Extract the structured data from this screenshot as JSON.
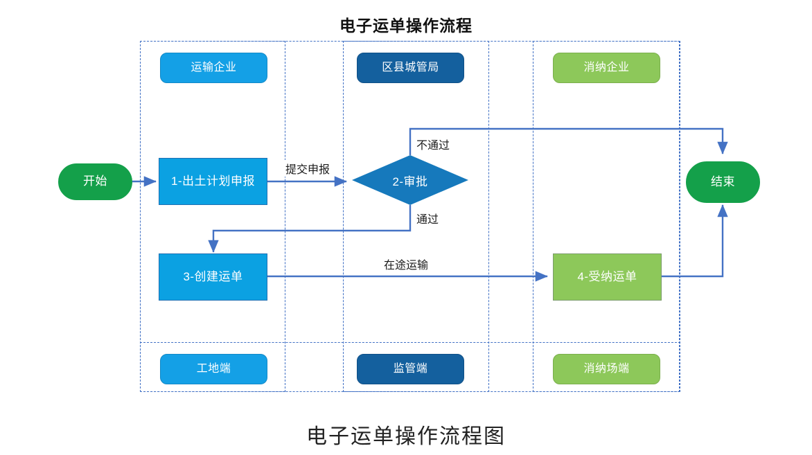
{
  "title": "电子运单操作流程",
  "caption": "电子运单操作流程图",
  "colors": {
    "accent_blue": "#0BA1E2",
    "dark_blue": "#14609E",
    "diamond_blue": "#1679BC",
    "green": "#8DC85A",
    "terminator_green": "#14A04A",
    "edge_blue": "#4472C4",
    "lane_border": "#3f6fc4"
  },
  "lanes": [
    {
      "id": "lane-transport",
      "header": "运输企业",
      "footer": "工地端",
      "style": "header-blue-light"
    },
    {
      "id": "lane-urban-admin",
      "header": "区县城管局",
      "footer": "监管端",
      "style": "header-blue-dark"
    },
    {
      "id": "lane-disposal",
      "header": "消纳企业",
      "footer": "消纳场端",
      "style": "header-green"
    }
  ],
  "nodes": {
    "start": "开始",
    "step1": "1-出土计划申报",
    "step2": "2-审批",
    "step3": "3-创建运单",
    "step4": "4-受纳运单",
    "end": "结束"
  },
  "edge_labels": {
    "submit": "提交申报",
    "reject": "不通过",
    "approve": "通过",
    "in_transit": "在途运输"
  }
}
